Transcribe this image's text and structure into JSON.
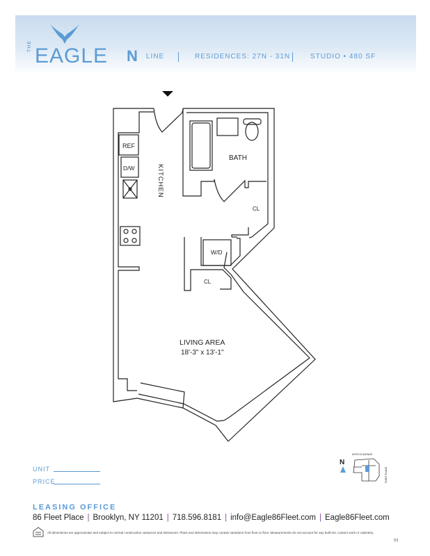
{
  "header": {
    "logo_the": "THE",
    "logo_name": "EAGLE",
    "line_letter": "N",
    "line_label": "LINE",
    "residences": "RESIDENCES: 27N - 31N",
    "unit_type": "STUDIO • 480 SF",
    "brand_color": "#5b9bd5"
  },
  "plan": {
    "rooms": {
      "ref": "REF",
      "dw": "D/W",
      "kitchen": "KITCHEN",
      "bath": "BATH",
      "closet1": "CL",
      "wd": "W/D",
      "closet2": "CL",
      "living": "LIVING AREA",
      "living_dims": "18'-3\" x 13'-1\""
    },
    "entry_icon": "triangle-down-icon"
  },
  "form": {
    "unit_label": "UNIT",
    "price_label": "PRICE"
  },
  "keyplan": {
    "north": "N",
    "street_top": "MYRTLE AVENUE",
    "street_right": "FLEET PLACE"
  },
  "footer": {
    "leasing_title": "LEASING OFFICE",
    "address": "86 Fleet Place",
    "city": "Brooklyn, NY 11201",
    "phone": "718.596.8181",
    "email": "info@Eagle86Fleet.com",
    "website": "Eagle86Fleet.com",
    "disclaimer": "All dimensions are approximate and subject to normal construction variances and tolerances. Plans and dimensions may contain variations from floor to floor. Measurements do not account for any built-ins, custom work or cabinetry.",
    "page_number": "53",
    "housing_icon": "equal-housing-icon"
  }
}
